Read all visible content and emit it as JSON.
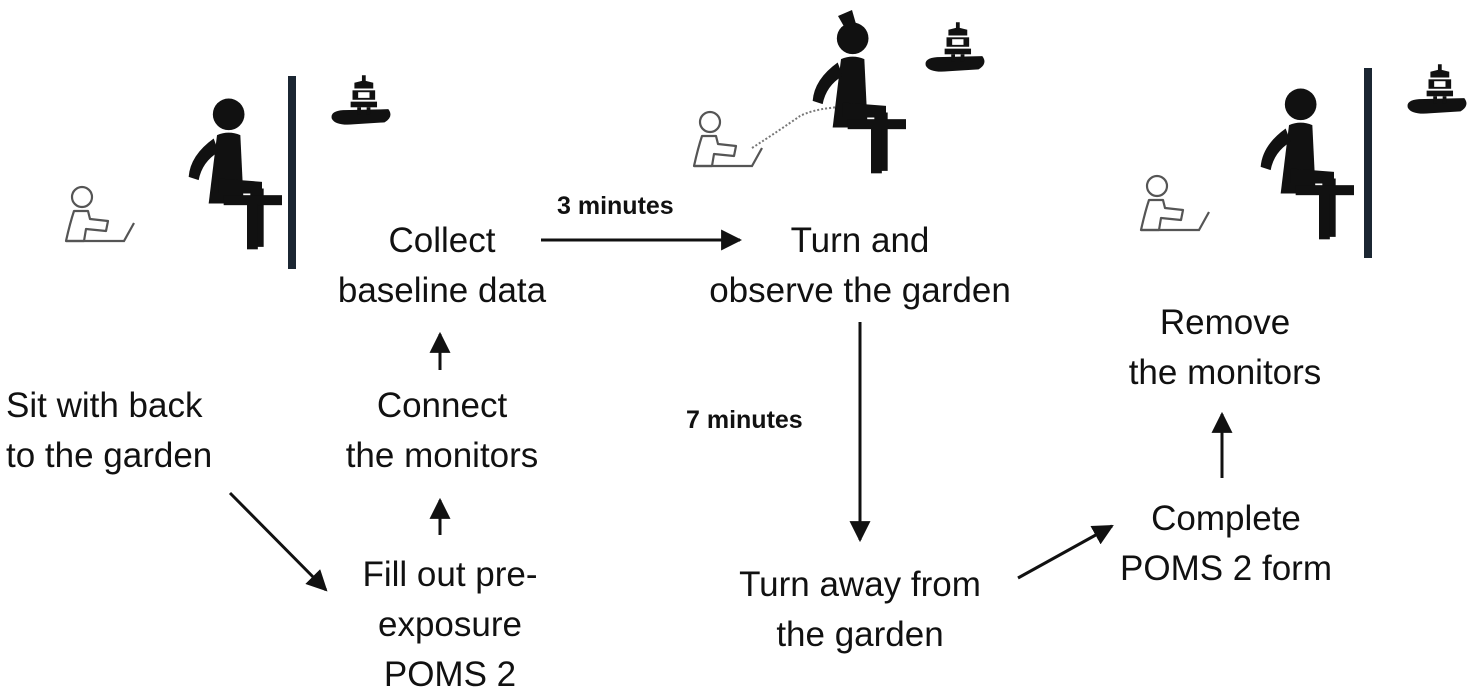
{
  "steps": {
    "sit": [
      "Sit with back",
      "to the garden"
    ],
    "fill": [
      "Fill out pre-",
      "exposure",
      "POMS 2"
    ],
    "connect": [
      "Connect",
      "the monitors"
    ],
    "collect": [
      "Collect",
      "baseline data"
    ],
    "turn": [
      "Turn and",
      "observe the garden"
    ],
    "turn_away": [
      "Turn away from",
      "the garden"
    ],
    "complete": [
      "Complete",
      "POMS 2 form"
    ],
    "remove": [
      "Remove",
      "the monitors"
    ]
  },
  "durations": {
    "baseline_to_observe": "3 minutes",
    "observe_to_away": "7 minutes"
  },
  "icons": [
    "seated-person-icon",
    "partition-wall-icon",
    "garden-lantern-icon",
    "researcher-laptop-icon",
    "monitor-cable-icon"
  ],
  "colors": {
    "ink": "#111111",
    "wall": "#1b2632",
    "outline": "#555555"
  }
}
